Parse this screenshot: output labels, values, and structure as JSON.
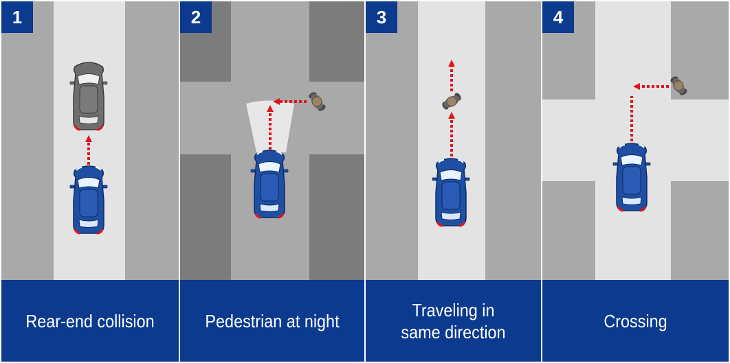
{
  "colors": {
    "label_bar": "#0b3a8e",
    "badge": "#0b3a8e",
    "car_blue": "#1f4fa3",
    "car_grey": "#6e6e6e",
    "arrow_red": "#e0141e",
    "pedestrian": "#8a7860"
  },
  "panels": [
    {
      "number": "1",
      "label": "Rear-end collision",
      "scenario": "two cars in same lane, rear car approaching front car"
    },
    {
      "number": "2",
      "label": "Pedestrian at night",
      "scenario": "pedestrian crossing from right into headlight beam at intersection"
    },
    {
      "number": "3",
      "label": "Traveling in\nsame direction",
      "scenario": "pedestrian walking ahead of car in same direction"
    },
    {
      "number": "4",
      "label": "Crossing",
      "scenario": "pedestrian crossing from right at intersection"
    }
  ],
  "icons": [
    "car-icon",
    "pedestrian-icon",
    "arrow-icon",
    "headlight-beam-icon"
  ]
}
